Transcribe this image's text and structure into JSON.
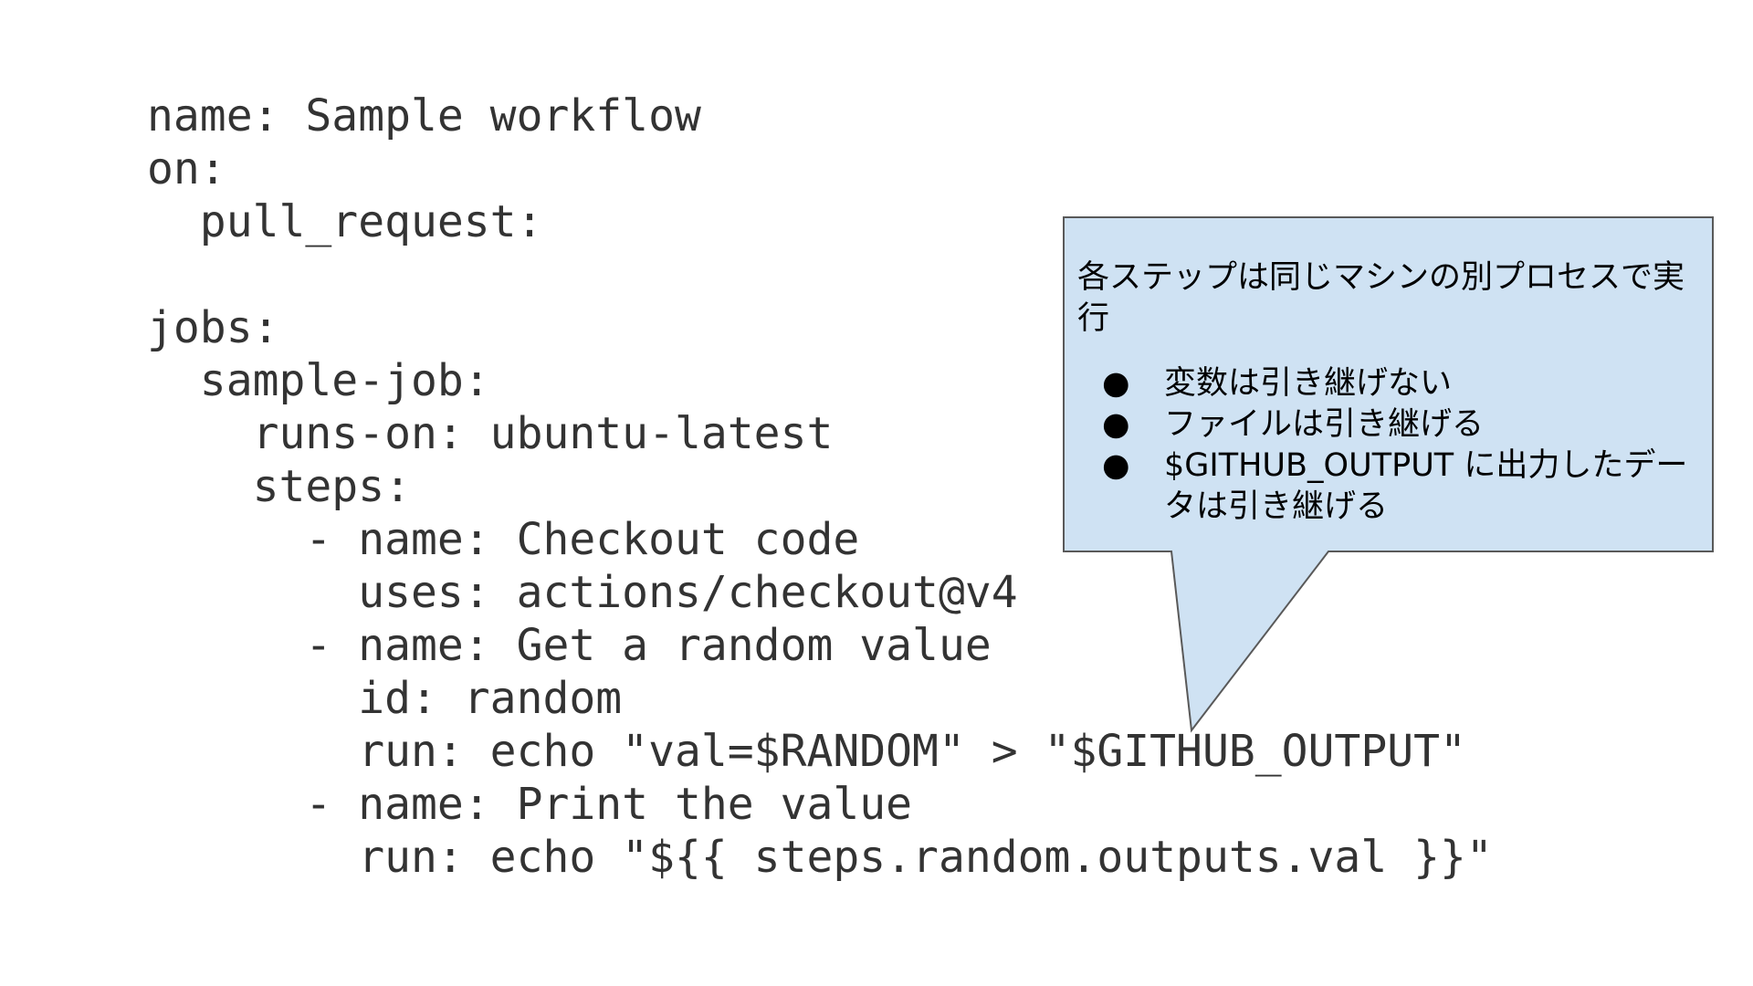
{
  "code": {
    "lines": [
      "name: Sample workflow",
      "on:",
      "  pull_request:",
      "",
      "jobs:",
      "  sample-job:",
      "    runs-on: ubuntu-latest",
      "    steps:",
      "      - name: Checkout code",
      "        uses: actions/checkout@v4",
      "      - name: Get a random value",
      "        id: random",
      "        run: echo \"val=$RANDOM\" > \"$GITHUB_OUTPUT\"",
      "      - name: Print the value",
      "        run: echo \"${{ steps.random.outputs.val }}\""
    ]
  },
  "callout": {
    "title": "各ステップは同じマシンの別プロセスで実行",
    "bullet_glyph": "●",
    "items": [
      "変数は引き継げない",
      "ファイルは引き継げる",
      "$GITHUB_OUTPUT に出力したデータは引き継げる"
    ],
    "fill_color": "#cfe2f3",
    "stroke_color": "#595959"
  }
}
